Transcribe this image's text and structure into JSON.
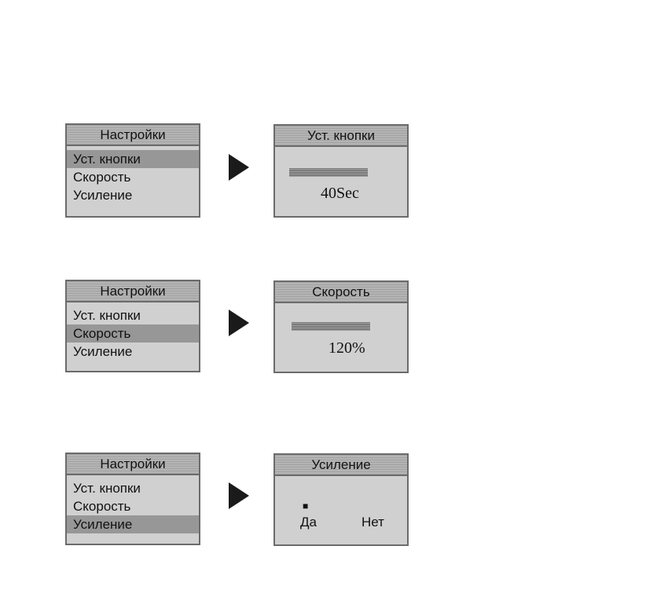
{
  "settings_menu": {
    "title": "Настройки",
    "items": [
      "Уст. кнопки",
      "Скорость",
      "Усиление"
    ]
  },
  "panels": [
    {
      "title": "Уст. кнопки",
      "value": "40Sec",
      "selected_index": 0
    },
    {
      "title": "Скорость",
      "value": "120%",
      "selected_index": 1
    },
    {
      "title": "Усиление",
      "selected_index": 2,
      "options": [
        "Да",
        "Нет"
      ],
      "selected_option": "Да",
      "marker": "■"
    }
  ]
}
